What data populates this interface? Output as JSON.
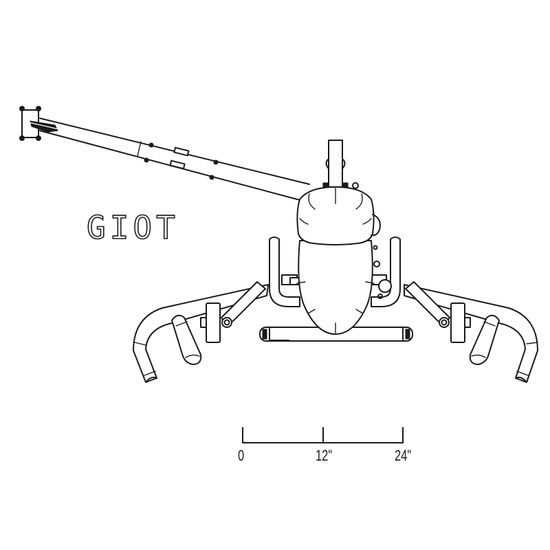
{
  "diagram": {
    "type": "product-top-view-line-drawing",
    "model_label": "GIOT",
    "line_color": "#1a1a1a",
    "background_color": "#ffffff",
    "parts": [
      "press-arm-with-end-bracket",
      "rear-upright-post",
      "back-pad",
      "seat-pad",
      "left-handle-upright",
      "right-handle-upright",
      "left-curved-handle",
      "right-curved-handle",
      "left-pivot-link",
      "right-pivot-link",
      "left-grip",
      "right-grip",
      "foot-bar"
    ]
  },
  "scale_bar": {
    "ticks": [
      {
        "label": "0",
        "value_in": 0
      },
      {
        "label": "12\"",
        "value_in": 12
      },
      {
        "label": "24\"",
        "value_in": 24
      }
    ],
    "unit": "inches"
  }
}
